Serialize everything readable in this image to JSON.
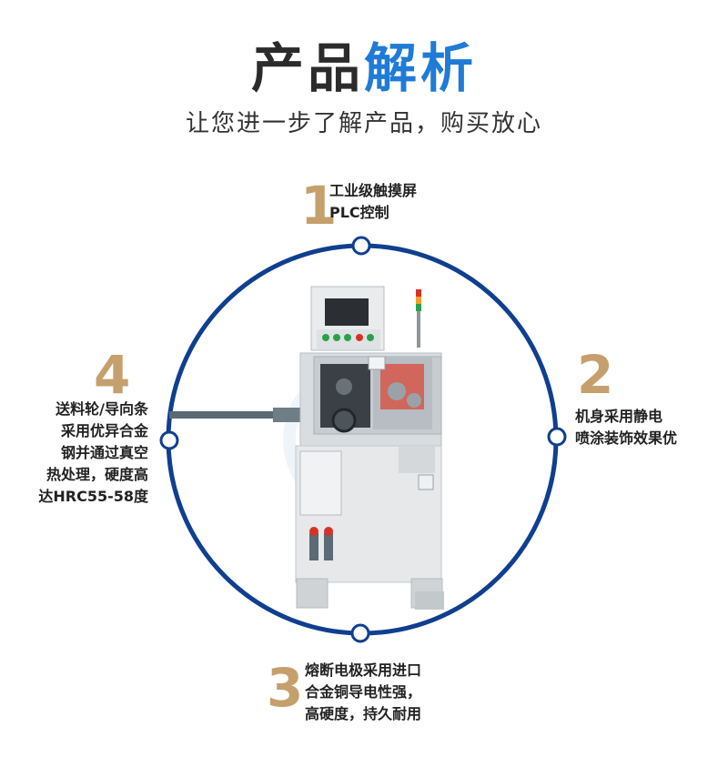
{
  "heading": {
    "part1": "产品",
    "part2": "解析"
  },
  "subheading": "让您进一步了解产品，购买放心",
  "features": [
    {
      "num": "1",
      "lines": [
        "工业级触摸屏",
        "PLC控制"
      ]
    },
    {
      "num": "2",
      "lines": [
        "机身采用静电",
        "喷涂装饰效果优"
      ]
    },
    {
      "num": "3",
      "lines": [
        "熔断电极采用进口",
        "合金铜导电性强，",
        "高硬度，持久耐用"
      ]
    },
    {
      "num": "4",
      "lines": [
        "送料轮/导向条",
        "采用优异合金",
        "钢并通过真空",
        "热处理，硬度高",
        "达HRC55-58度"
      ]
    }
  ],
  "colors": {
    "ring": "#0f3f8f",
    "accent_blue": "#1f7bd6",
    "number_gold": "#c5a06c"
  }
}
